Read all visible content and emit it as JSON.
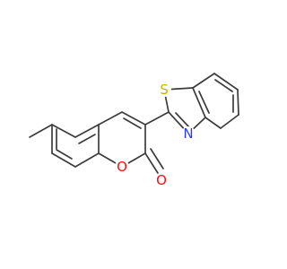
{
  "molecule": {
    "atoms": [
      {
        "id": "S",
        "label": "S",
        "color": "#c8b400"
      },
      {
        "id": "N",
        "label": "N",
        "color": "#2a3cff"
      },
      {
        "id": "O1",
        "label": "O",
        "color": "#ff0d0d"
      },
      {
        "id": "O2",
        "label": "O",
        "color": "#ff0d0d"
      }
    ],
    "bond_color": "#3c3c3c"
  }
}
